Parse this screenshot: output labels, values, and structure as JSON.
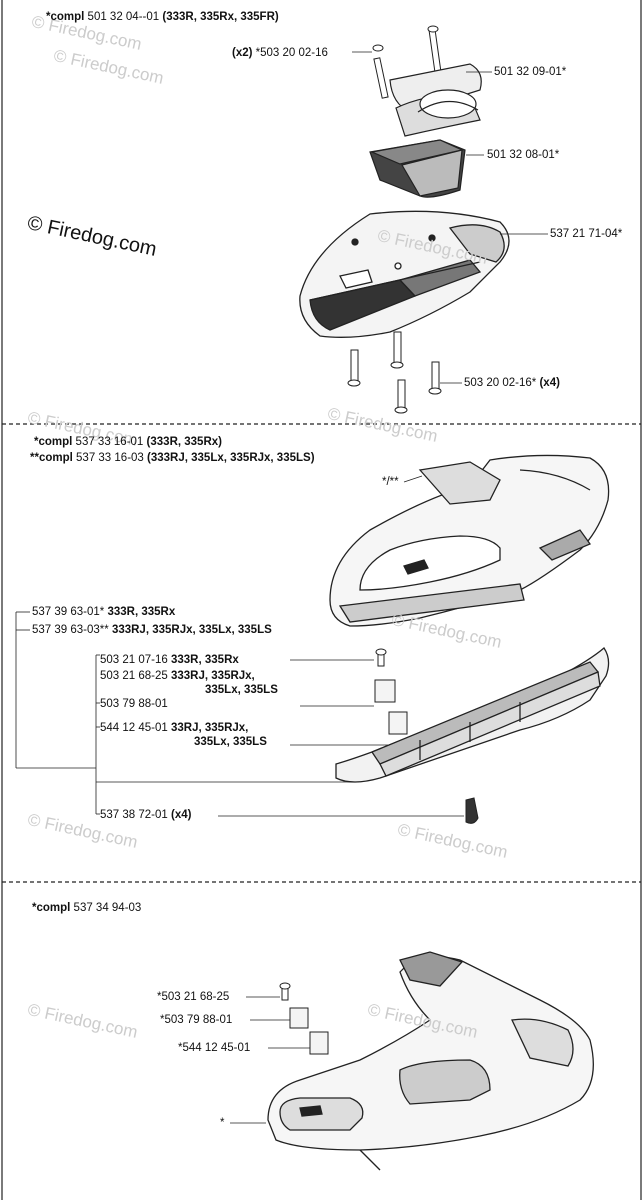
{
  "section1": {
    "kit_prefix": "*compl",
    "kit_number": "501 32 04--01",
    "kit_models": "(333R, 335Rx, 335FR)",
    "callouts": {
      "screw_qty": "(x2)",
      "screw_part": "*503 20 02-16",
      "clamp_part": "501 32 09-01*",
      "block_part": "501 32 08-01*",
      "guard_part": "537 21 71-04*",
      "bolt_part": "503 20 02-16*",
      "bolt_qty": "(x4)"
    }
  },
  "section2": {
    "kit1_prefix": "*compl",
    "kit1_number": "537 33 16-01",
    "kit1_models": "(333R, 335Rx)",
    "kit2_prefix": "**compl",
    "kit2_number": "537 33 16-03",
    "kit2_models": "(333RJ, 335Lx, 335RJx, 335LS)",
    "guard_ref": "*/**",
    "blade_a_number": "537 39 63-01*",
    "blade_a_models": "333R, 335Rx",
    "blade_b_number": "537 39 63-03**",
    "blade_b_models": "333RJ, 335RJx, 335Lx, 335LS",
    "screw_a_number": "503 21 07-16",
    "screw_a_models": "333R, 335Rx",
    "screw_b_number": "503 21 68-25",
    "screw_b_models_1": "333RJ, 335RJx,",
    "screw_b_models_2": "335Lx, 335LS",
    "plate_number": "503 79 88-01",
    "knife_number": "544 12 45-01",
    "knife_models_1": "33RJ, 335RJx,",
    "knife_models_2": "335Lx, 335LS",
    "clip_number": "537 38 72-01",
    "clip_qty": "(x4)"
  },
  "section3": {
    "kit_prefix": "*compl",
    "kit_number": "537 34 94-03",
    "screw_part": "*503 21 68-25",
    "plate_part": "*503 79 88-01",
    "knife_part": "*544 12 45-01",
    "guard_ref": "*"
  },
  "watermarks": {
    "big": "© Firedog.com",
    "small": "© Firedog.com"
  }
}
